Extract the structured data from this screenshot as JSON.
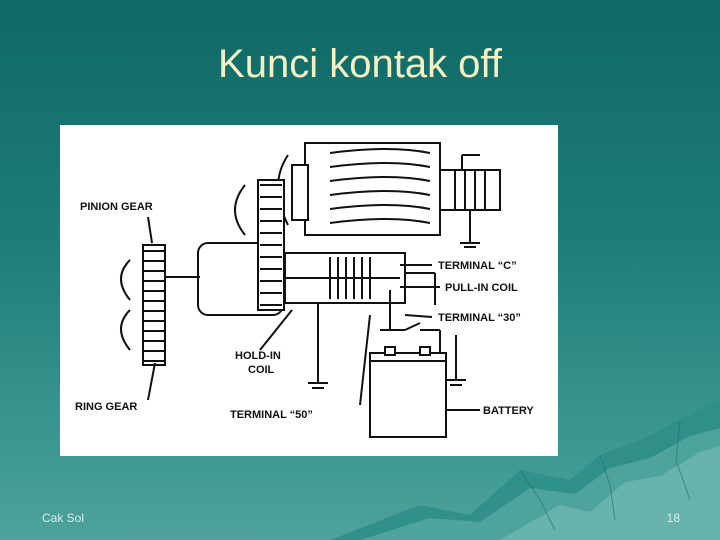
{
  "slide": {
    "title": "Kunci kontak off",
    "footer_left": "Cak Sol",
    "page_number": "18"
  },
  "diagram": {
    "labels": {
      "pinion_gear": "PINION GEAR",
      "ring_gear": "RING GEAR",
      "hold_in_coil_1": "HOLD-IN",
      "hold_in_coil_2": "COIL",
      "terminal_50": "TERMINAL “50”",
      "terminal_c": "TERMINAL “C”",
      "pull_in_coil": "PULL-IN COIL",
      "terminal_30": "TERMINAL  “30”",
      "battery": "BATTERY"
    }
  },
  "colors": {
    "background_top": "#0f6966",
    "background_bottom": "#4ea29b",
    "title_color": "#f3f1c4"
  }
}
